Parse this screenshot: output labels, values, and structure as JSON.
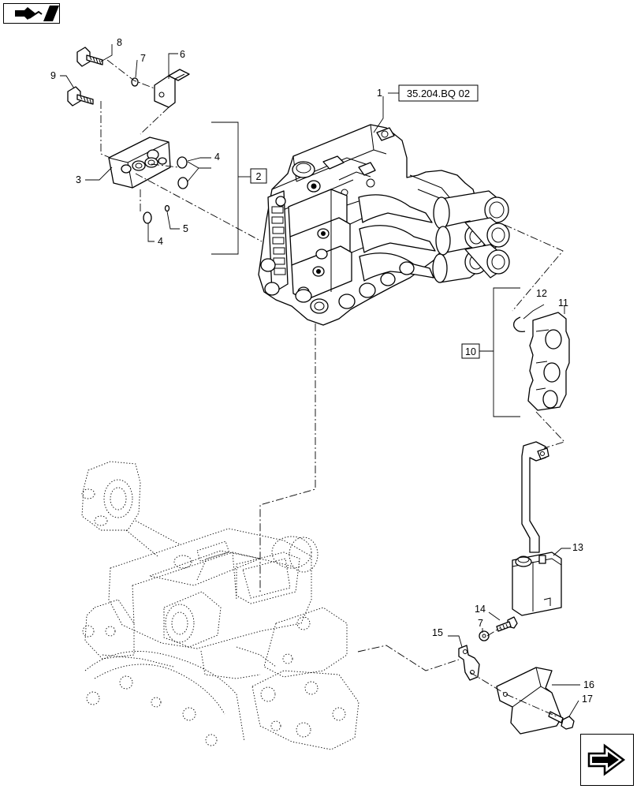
{
  "callouts": {
    "c1": "1",
    "c2": "2",
    "c3": "3",
    "c4a": "4",
    "c4b": "4",
    "c5": "5",
    "c6": "6",
    "c7a": "7",
    "c7b": "7",
    "c8": "8",
    "c9": "9",
    "c10": "10",
    "c11": "11",
    "c12": "12",
    "c13": "13",
    "c14": "14",
    "c15": "15",
    "c16": "16",
    "c17": "17"
  },
  "reference": {
    "code": "35.204.BQ 02"
  },
  "icons": {
    "top_left": "prev-page-arrow-icon",
    "bottom_right": "next-page-arrow-icon"
  },
  "colors": {
    "line": "#000000",
    "background": "#ffffff"
  }
}
